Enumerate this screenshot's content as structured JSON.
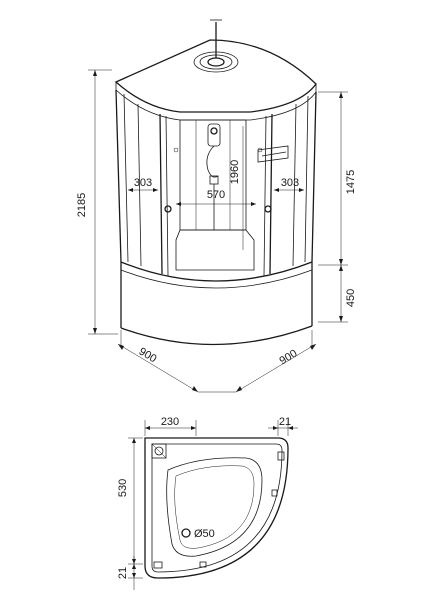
{
  "dimensions": {
    "total_height": "2185",
    "upper_height": "1475",
    "tray_height": "450",
    "inner_height": "1960",
    "front_width": "570",
    "left_side": "303",
    "right_side": "303",
    "depth_left": "900",
    "depth_right": "900",
    "plan_width": "230",
    "plan_margin_right": "21",
    "plan_depth": "530",
    "plan_margin_bottom": "21",
    "drain": "Ø50"
  }
}
